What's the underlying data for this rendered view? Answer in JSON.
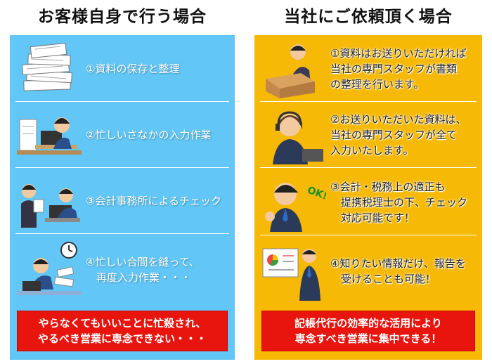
{
  "left": {
    "title": "お客様自身で行う場合",
    "bg": "#62c7f6",
    "items": [
      {
        "text": "①資料の保存と整理",
        "icon": "paper-stack-icon"
      },
      {
        "text": "②忙しいさなかの入力作業",
        "icon": "tired-worker-icon"
      },
      {
        "text": "③会計事務所によるチェック",
        "icon": "accountant-check-icon"
      },
      {
        "text": "④忙しい合間を縫って、\n　再度入力作業・・・",
        "icon": "clock-busy-worker-icon"
      }
    ],
    "summary": "やらなくてもいいことに忙殺され、\nやるべき営業に専念できない・・・"
  },
  "right": {
    "title": "当社にご依頼頂く場合",
    "bg": "#f6b906",
    "items": [
      {
        "text": "①資料はお送りいただければ\n当社の専門スタッフが書類\nの整理を行います。",
        "icon": "staff-box-icon"
      },
      {
        "text": "②お送りいただいた資料は、\n当社の専門スタッフが全て\n入力いたします。",
        "icon": "headset-staff-icon"
      },
      {
        "text": "③会計・税務上の適正も\n　提携税理士の下、チェック\n　対応可能です！",
        "icon": "ok-man-icon"
      },
      {
        "text": "④知りたい情報だけ、報告を\n　受けることも可能！",
        "icon": "presentation-icon"
      }
    ],
    "summary": "記帳代行の効率的な活用により\n専念すべき営業に集中できる！",
    "ok_label": "OK!"
  },
  "colors": {
    "summary_bg": "#e8150e",
    "left_panel": "#62c7f6",
    "right_panel": "#f6b906"
  }
}
